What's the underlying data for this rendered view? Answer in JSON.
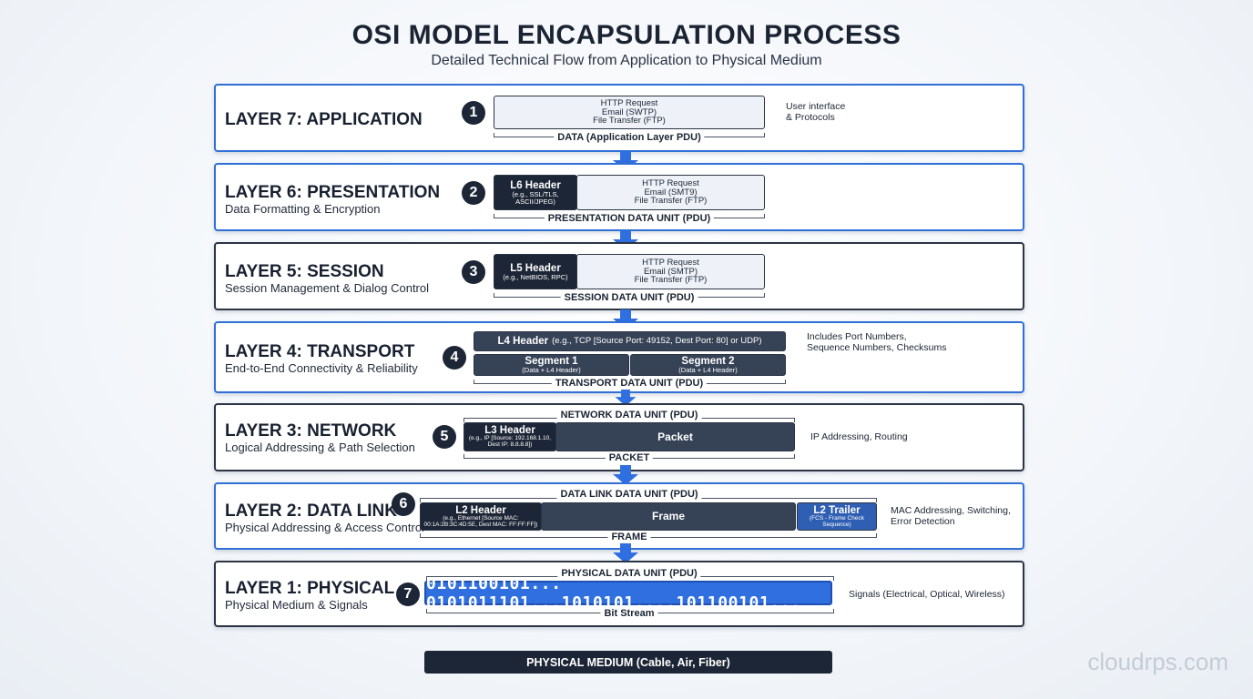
{
  "header": {
    "title": "OSI MODEL ENCAPSULATION PROCESS",
    "subtitle": "Detailed Technical Flow from Application to Physical Medium"
  },
  "layers": [
    {
      "name": "LAYER 7: APPLICATION",
      "description": "",
      "number": "1",
      "data_lines": [
        "HTTP Request",
        "Email (SWTP)",
        "File Transfer (FTP)"
      ],
      "pdu_label": "DATA (Application Layer PDU)",
      "note": [
        "User interface",
        "& Protocols"
      ]
    },
    {
      "name": "LAYER 6: PRESENTATION",
      "description": "Data Formatting & Encryption",
      "number": "2",
      "header_title": "L6 Header",
      "header_sub": [
        "(e.g., SSL/TLS,",
        "ASCII/JPEG)"
      ],
      "data_lines": [
        "HTTP Request",
        "Email (SMT9)",
        "File Transfer (FTP)"
      ],
      "pdu_label": "PRESENTATION DATA UNIT (PDU)"
    },
    {
      "name": "LAYER 5: SESSION",
      "description": "Session Management & Dialog Control",
      "number": "3",
      "header_title": "L5 Header",
      "header_sub": [
        "(e.g., NetBIOS, RPC)"
      ],
      "data_lines": [
        "HTTP Request",
        "Email (SMTP)",
        "File Transfer (FTP)"
      ],
      "pdu_label": "SESSION DATA UNIT (PDU)"
    },
    {
      "name": "LAYER 4: TRANSPORT",
      "description": "End-to-End Connectivity & Reliability",
      "number": "4",
      "header_title": "L4 Header",
      "header_detail": "(e.g., TCP [Source Port: 49152, Dest Port: 80] or UDP)",
      "segments": [
        {
          "title": "Segment 1",
          "sub": "(Data + L4 Header)"
        },
        {
          "title": "Segment 2",
          "sub": "(Data + L4 Header)"
        }
      ],
      "pdu_label": "TRANSPORT DATA UNIT (PDU)",
      "note": [
        "Includes Port Numbers,",
        "Sequence Numbers, Checksums"
      ]
    },
    {
      "name": "LAYER 3: NETWORK",
      "description": "Logical Addressing & Path Selection",
      "number": "5",
      "pdu_label": "NETWORK DATA UNIT (PDU)",
      "header_title": "L3 Header",
      "header_sub": [
        "(e.g., IP [Source: 192.168.1.10,",
        "Dest IP: 8.8.8.8])"
      ],
      "body": "Packet",
      "bottom_label": "PACKET",
      "note": [
        "IP Addressing, Routing"
      ]
    },
    {
      "name": "LAYER 2: DATA LINK",
      "description": "Physical Addressing & Access Control",
      "number": "6",
      "pdu_label": "DATA LINK DATA UNIT (PDU)",
      "header_title": "L2 Header",
      "header_sub": [
        "(e.g., Ethernet [Source MAC:",
        "00:1A:2B:3C:4D:5E, Dest MAC: FF:FF:FF])"
      ],
      "body": "Frame",
      "trailer_title": "L2 Trailer",
      "trailer_sub": [
        "(FCS - Frame Check",
        "Sequence)"
      ],
      "bottom_label": "FRAME",
      "note": [
        "MAC Addressing, Switching,",
        "Error Detection"
      ]
    },
    {
      "name": "LAYER 1: PHYSICAL",
      "description": "Physical Medium & Signals",
      "number": "7",
      "pdu_label": "PHYSICAL DATA UNIT (PDU)",
      "bits": "0101100101... 0101011101...1010101....101100101...",
      "bottom_label": "Bit Stream",
      "note": [
        "Signals (Electrical, Optical, Wireless)"
      ]
    }
  ],
  "medium": "PHYSICAL MEDIUM (Cable, Air, Fiber)",
  "watermark": "cloudrps.com",
  "colors": {
    "accent_blue": "#2f6fe0",
    "dark": "#1d2636",
    "slate": "#364256",
    "light": "#eef2f8"
  }
}
